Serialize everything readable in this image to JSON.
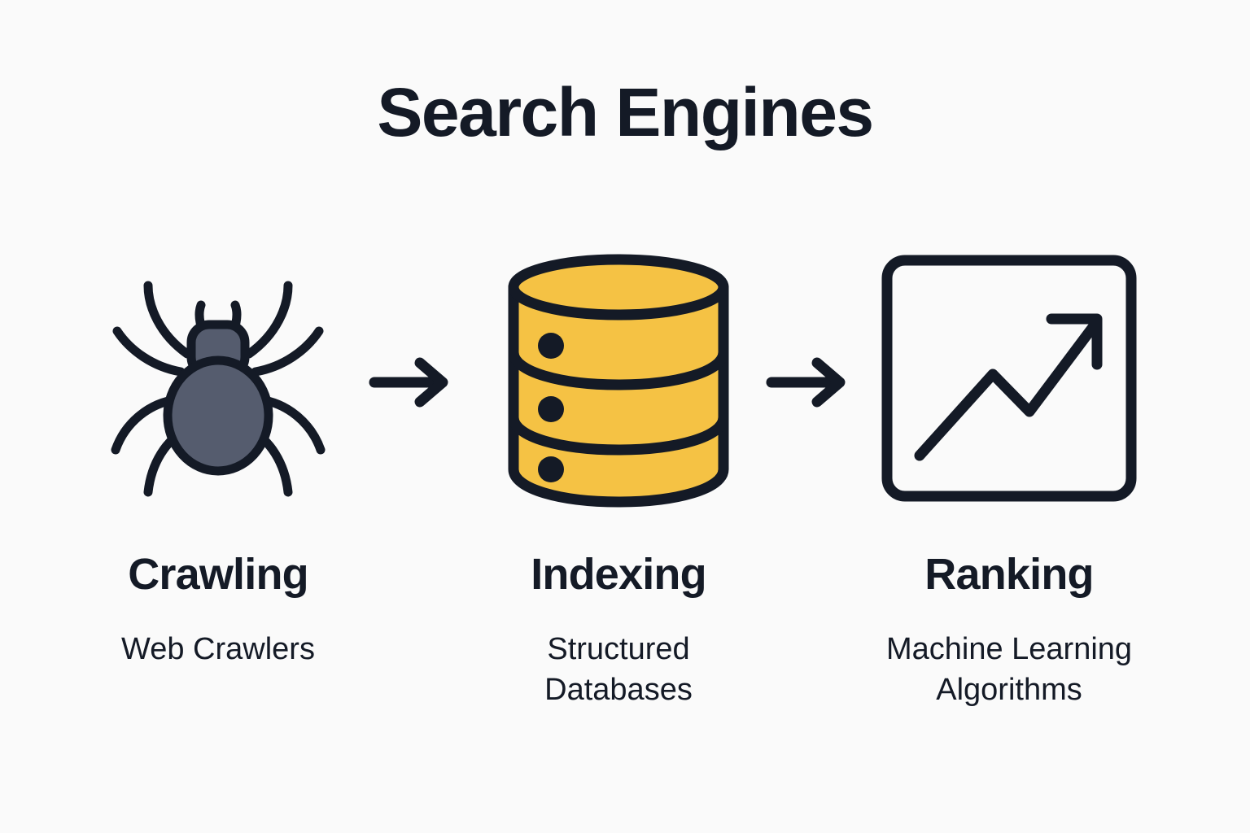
{
  "page": {
    "title": "Search Engines",
    "background_color": "#FAFAFA",
    "text_color": "#141A26",
    "accent_color": "#F5C244",
    "icon_body_color": "#555C6E"
  },
  "flow": {
    "steps": [
      {
        "id": "crawling",
        "icon": "spider-icon",
        "title": "Crawling",
        "caption": "Web Crawlers"
      },
      {
        "id": "indexing",
        "icon": "database-icon",
        "title": "Indexing",
        "caption": "Structured\nDatabases"
      },
      {
        "id": "ranking",
        "icon": "trending-up-chart-icon",
        "title": "Ranking",
        "caption": "Machine Learning\nAlgorithms"
      }
    ],
    "connectors": [
      {
        "id": "arrow-1",
        "icon": "arrow-right-icon"
      },
      {
        "id": "arrow-2",
        "icon": "arrow-right-icon"
      }
    ]
  }
}
